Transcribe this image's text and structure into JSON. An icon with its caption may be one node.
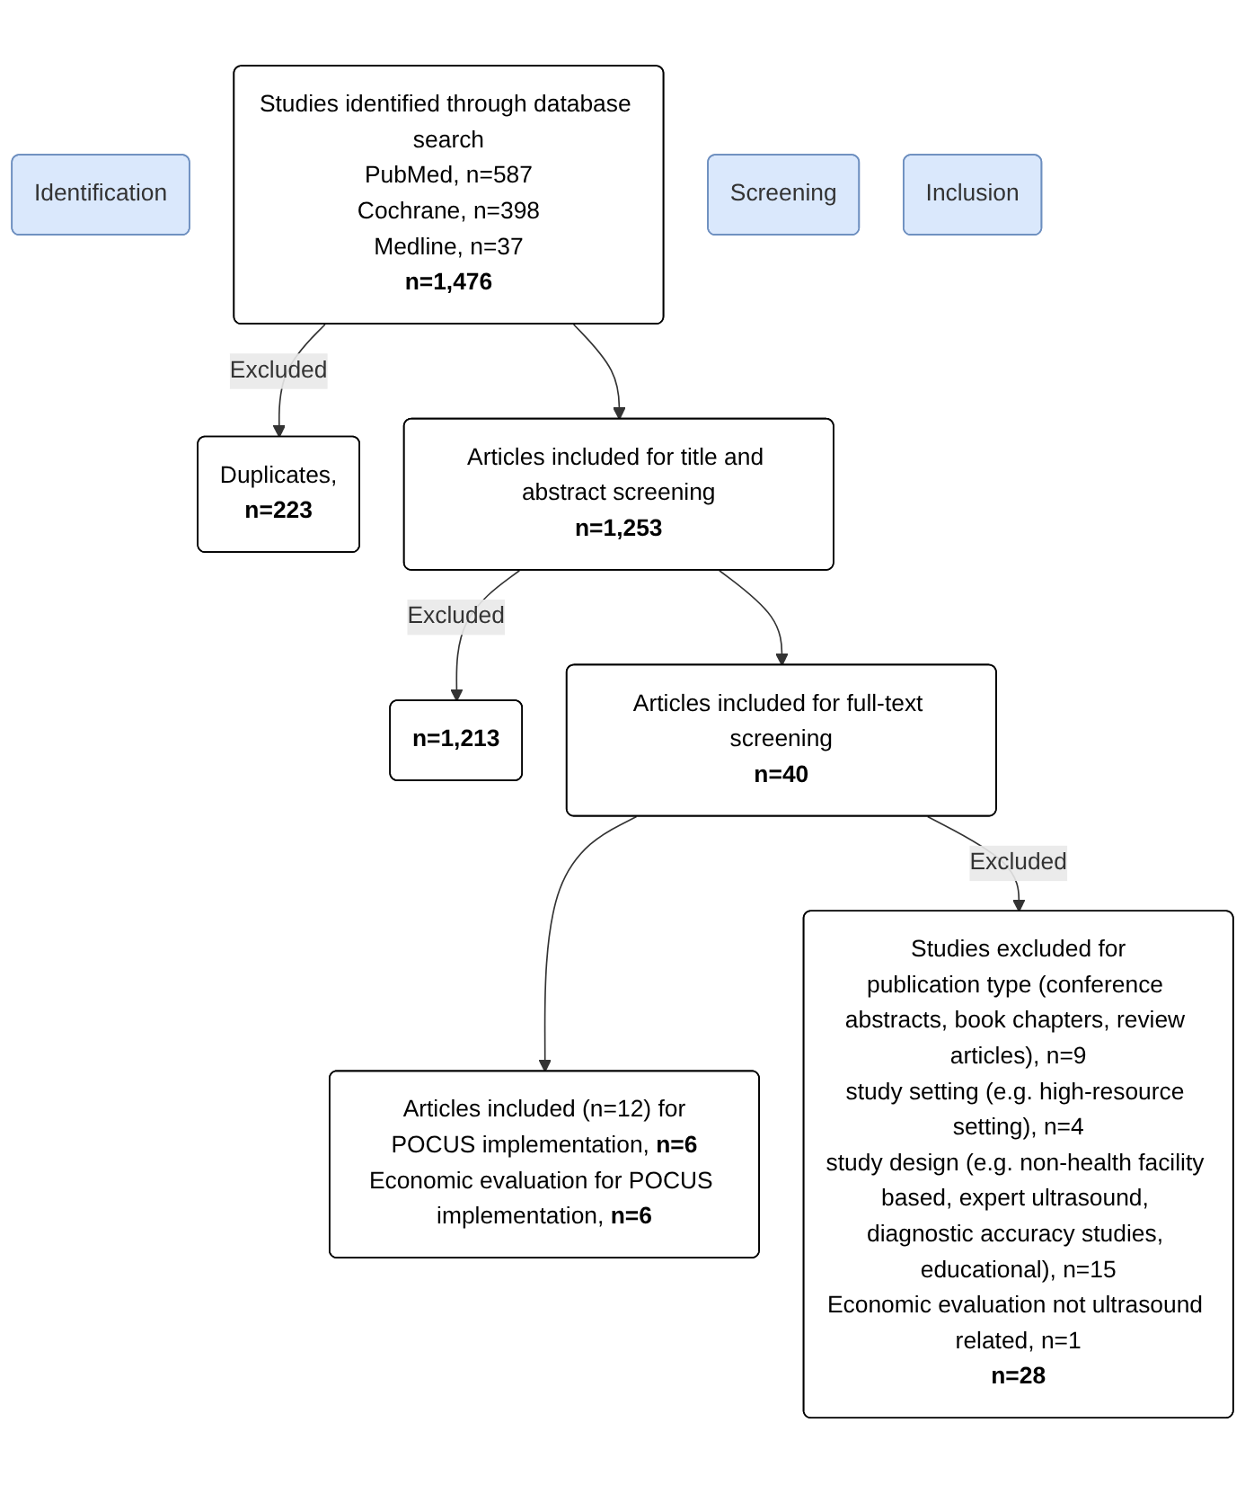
{
  "diagram": {
    "nodes": [
      {
        "text": [
          "Identification"
        ]
      },
      {
        "text": [
          "Studies identified through database search",
          "PubMed, n=587",
          "Cochrane, n=398",
          "Medline, n=37",
          "n=1,476"
        ]
      },
      {
        "text": [
          "Duplicates,",
          "n=223"
        ]
      },
      {
        "text": [
          "Screening"
        ]
      },
      {
        "text": [
          "Articles included for title and abstract screening",
          "n=1,253"
        ]
      },
      {
        "text": [
          "n=1,213"
        ]
      },
      {
        "text": [
          "Articles included for full-text screening",
          "n=40"
        ]
      },
      {
        "text": [
          "Studies excluded for",
          "publication type (conference abstracts, book chapters, review articles), n=9",
          "study setting (e.g. high-resource setting), n=4",
          "study design (e.g. non-health facility based, expert ultrasound, diagnostic accuracy studies, educational), n=15",
          "Economic evaluation not ultrasound related, n=1",
          "n=28"
        ]
      },
      {
        "text": [
          "Inclusion"
        ]
      },
      {
        "text": [
          "Articles included (n=12) for",
          "POCUS implementation, **n=6**",
          "Economic evaluation for POCUS implementation, **n=6**"
        ]
      }
    ],
    "edges": [
      {
        "from": 1,
        "to": 4,
        "arrow": "to"
      },
      {
        "from": 1,
        "to": 2,
        "arrow": "to",
        "label": "Excluded"
      },
      {
        "from": 4,
        "to": 6,
        "arrow": "to"
      },
      {
        "from": 4,
        "to": 5,
        "arrow": "to",
        "label": "Excluded"
      },
      {
        "from": 6,
        "to": 9,
        "arrow": "to"
      },
      {
        "from": 6,
        "to": 7,
        "arrow": "to",
        "label": "Excluded"
      }
    ]
  }
}
